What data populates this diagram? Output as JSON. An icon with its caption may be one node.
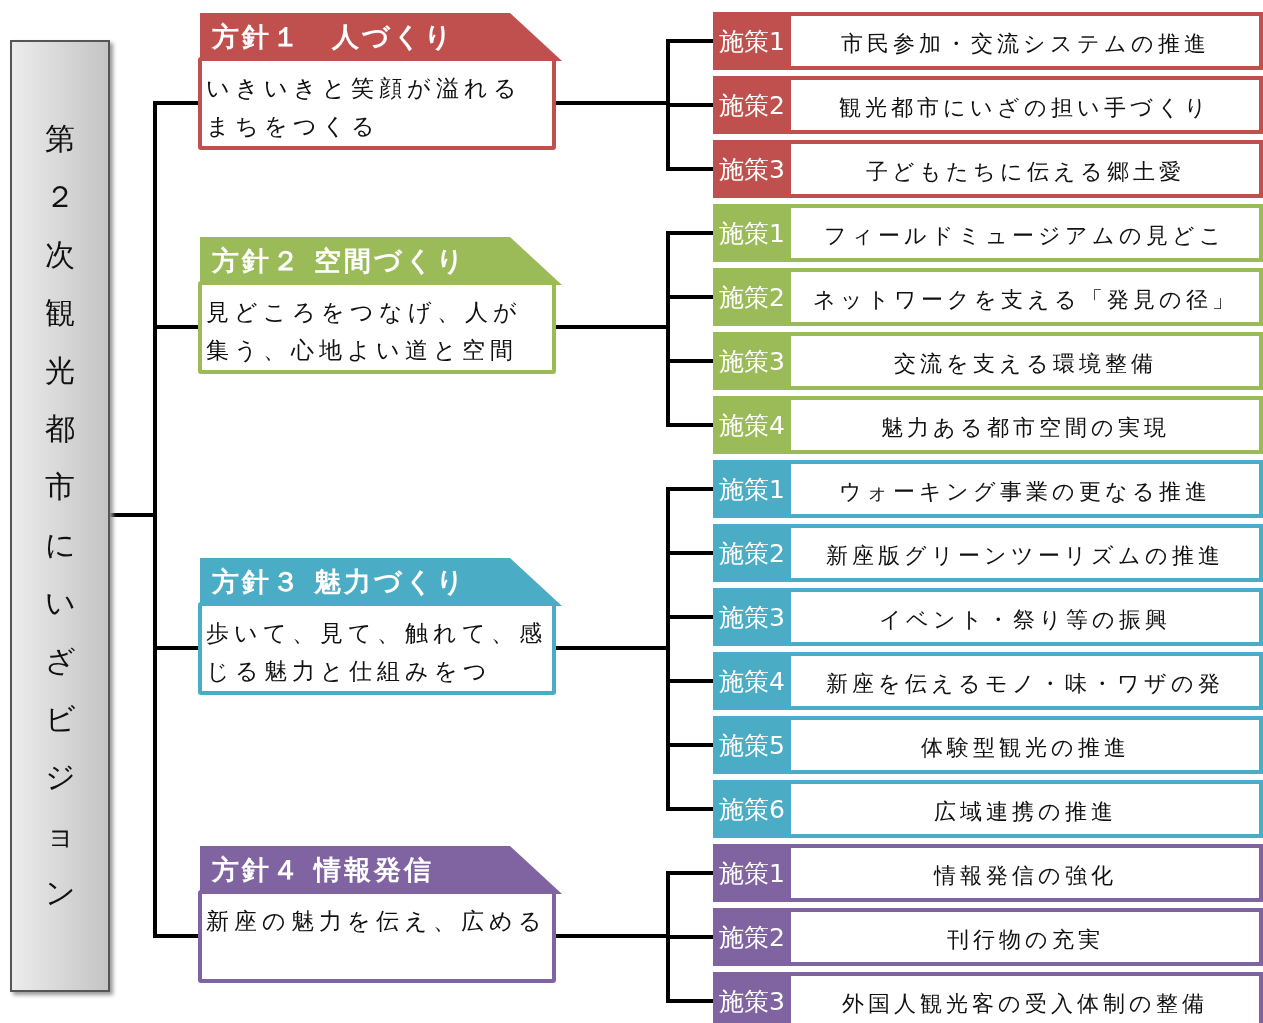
{
  "diagram": {
    "nodes": [
      {
        "text": [
          "第２次観光都市にいざビジョン"
        ]
      },
      {
        "text": [
          "方針１　人づくり",
          "いきいきと笑顔が溢れるまちをつくる"
        ]
      },
      {
        "text": [
          "方針２ 空間づくり",
          "見どころをつなげ、人が集う、心地よい道と空間"
        ]
      },
      {
        "text": [
          "方針３ 魅力づくり",
          "歩いて、見て、触れて、感じる魅力と仕組みをつ"
        ]
      },
      {
        "text": [
          "方針４ 情報発信",
          "新座の魅力を伝え、広める"
        ]
      },
      {
        "text": [
          "施策1",
          "市民参加・交流システムの推進"
        ]
      },
      {
        "text": [
          "施策2",
          "観光都市にいざの担い手づくり"
        ]
      },
      {
        "text": [
          "施策3",
          "子どもたちに伝える郷土愛"
        ]
      },
      {
        "text": [
          "施策1",
          "フィールドミュージアムの見どこ"
        ]
      },
      {
        "text": [
          "施策2",
          "ネットワークを支える「発見の径」"
        ]
      },
      {
        "text": [
          "施策3",
          "交流を支える環境整備"
        ]
      },
      {
        "text": [
          "施策4",
          "魅力ある都市空間の実現"
        ]
      },
      {
        "text": [
          "施策1",
          "ウォーキング事業の更なる推進"
        ]
      },
      {
        "text": [
          "施策2",
          "新座版グリーンツーリズムの推進"
        ]
      },
      {
        "text": [
          "施策3",
          "イベント・祭り等の振興"
        ]
      },
      {
        "text": [
          "施策4",
          "新座を伝えるモノ・味・ワザの発"
        ]
      },
      {
        "text": [
          "施策5",
          "体験型観光の推進"
        ]
      },
      {
        "text": [
          "施策6",
          "広域連携の推進"
        ]
      },
      {
        "text": [
          "施策1",
          "情報発信の強化"
        ]
      },
      {
        "text": [
          "施策2",
          "刊行物の充実"
        ]
      },
      {
        "text": [
          "施策3",
          "外国人観光客の受入体制の整備"
        ]
      }
    ],
    "edges": [
      {
        "from": 0,
        "to": 1,
        "arrow": "none"
      },
      {
        "from": 0,
        "to": 2,
        "arrow": "none"
      },
      {
        "from": 0,
        "to": 3,
        "arrow": "none"
      },
      {
        "from": 0,
        "to": 4,
        "arrow": "none"
      },
      {
        "from": 1,
        "to": 5,
        "arrow": "none"
      },
      {
        "from": 1,
        "to": 6,
        "arrow": "none"
      },
      {
        "from": 1,
        "to": 7,
        "arrow": "none"
      },
      {
        "from": 2,
        "to": 8,
        "arrow": "none"
      },
      {
        "from": 2,
        "to": 9,
        "arrow": "none"
      },
      {
        "from": 2,
        "to": 10,
        "arrow": "none"
      },
      {
        "from": 2,
        "to": 11,
        "arrow": "none"
      },
      {
        "from": 3,
        "to": 12,
        "arrow": "none"
      },
      {
        "from": 3,
        "to": 13,
        "arrow": "none"
      },
      {
        "from": 3,
        "to": 14,
        "arrow": "none"
      },
      {
        "from": 3,
        "to": 15,
        "arrow": "none"
      },
      {
        "from": 3,
        "to": 16,
        "arrow": "none"
      },
      {
        "from": 3,
        "to": 17,
        "arrow": "none"
      },
      {
        "from": 4,
        "to": 18,
        "arrow": "none"
      },
      {
        "from": 4,
        "to": 19,
        "arrow": "none"
      },
      {
        "from": 4,
        "to": 20,
        "arrow": "none"
      }
    ]
  }
}
